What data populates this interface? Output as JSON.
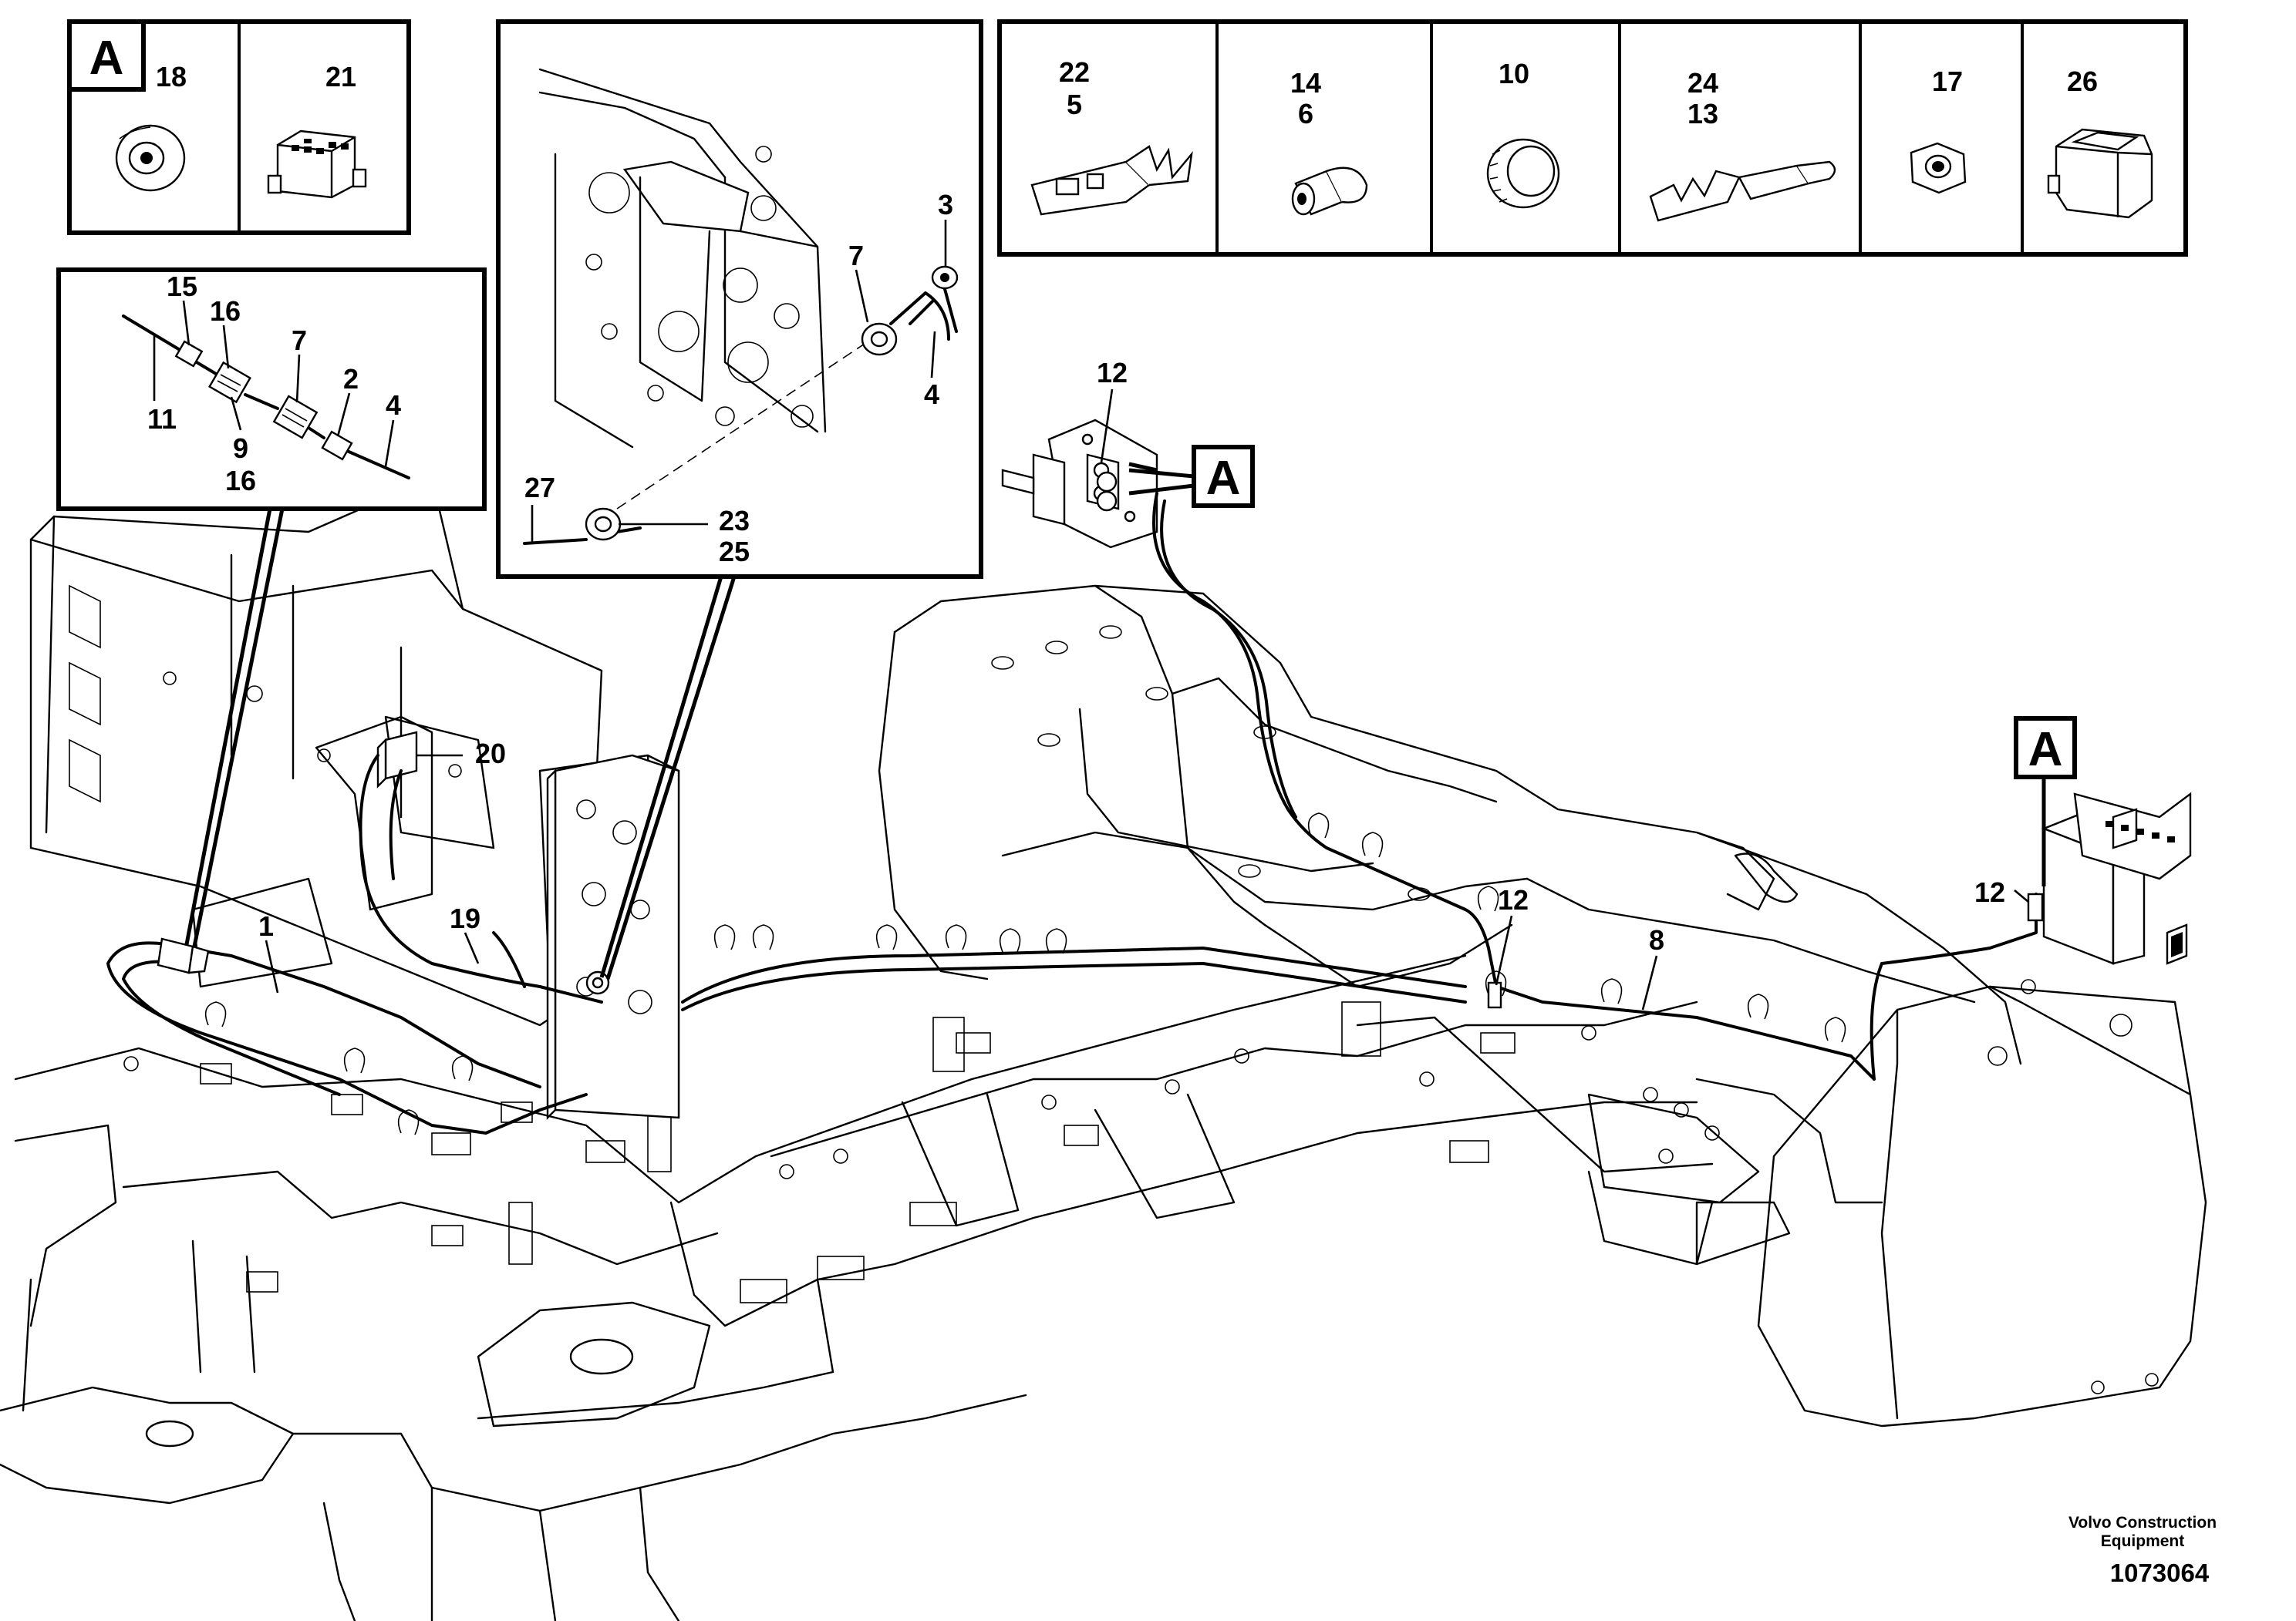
{
  "diagram": {
    "callouts": {
      "c1": "1",
      "c2": "2",
      "c3": "3",
      "c4": "4",
      "c5": "5",
      "c6": "6",
      "c7a": "7",
      "c7b": "7",
      "c8": "8",
      "c9": "9",
      "c10": "10",
      "c11": "11",
      "c12a": "12",
      "c12b": "12",
      "c12c": "12",
      "c13": "13",
      "c14": "14",
      "c15": "15",
      "c16a": "16",
      "c16b": "16",
      "c17": "17",
      "c18": "18",
      "c19": "19",
      "c20": "20",
      "c21": "21",
      "c22": "22",
      "c23": "23",
      "c24": "24",
      "c25": "25",
      "c26": "26",
      "c27": "27"
    },
    "tags": {
      "tag_box": "A",
      "tag_plug_left": "A",
      "tag_plug_right": "A"
    },
    "watermark": {
      "line1": "Volvo Construction",
      "line2": "Equipment",
      "drawing_number": "1073064"
    }
  }
}
